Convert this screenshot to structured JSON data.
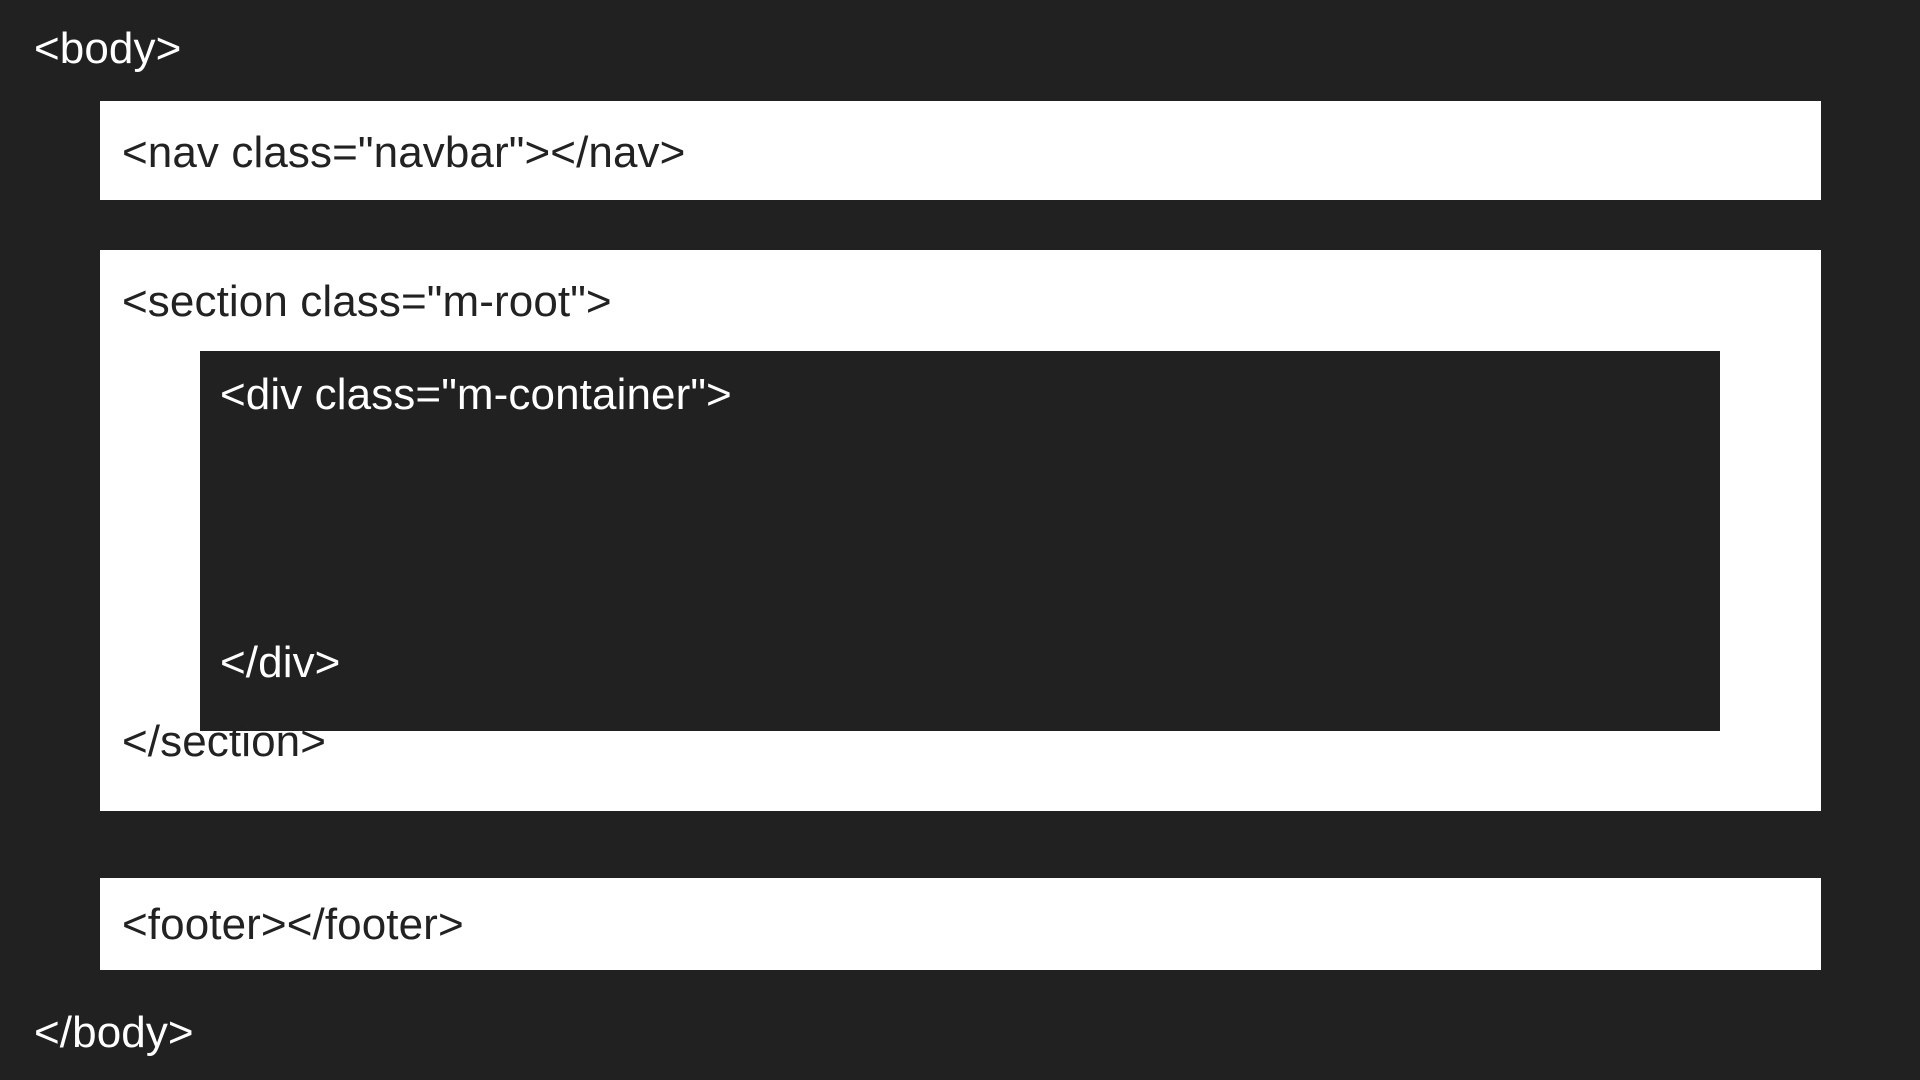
{
  "theme": {
    "background": "#212121",
    "block_background": "#ffffff",
    "light_text": "#ffffff",
    "dark_text": "#222222"
  },
  "diagram": {
    "title": "html-document-structure-outline",
    "root": {
      "open_tag": "<body>",
      "close_tag": "</body>"
    },
    "blocks": [
      {
        "name": "navbar",
        "label": "<nav class=\"navbar\"></nav>",
        "tone": "light"
      },
      {
        "name": "section",
        "open_tag": "<section class=\"m-root\">",
        "close_tag": "</section>",
        "tone": "light",
        "child": {
          "name": "container",
          "open_tag": "<div class=\"m-container\">",
          "close_tag": "</div>",
          "tone": "dark"
        }
      },
      {
        "name": "footer",
        "label": "<footer></footer>",
        "tone": "light"
      }
    ]
  }
}
